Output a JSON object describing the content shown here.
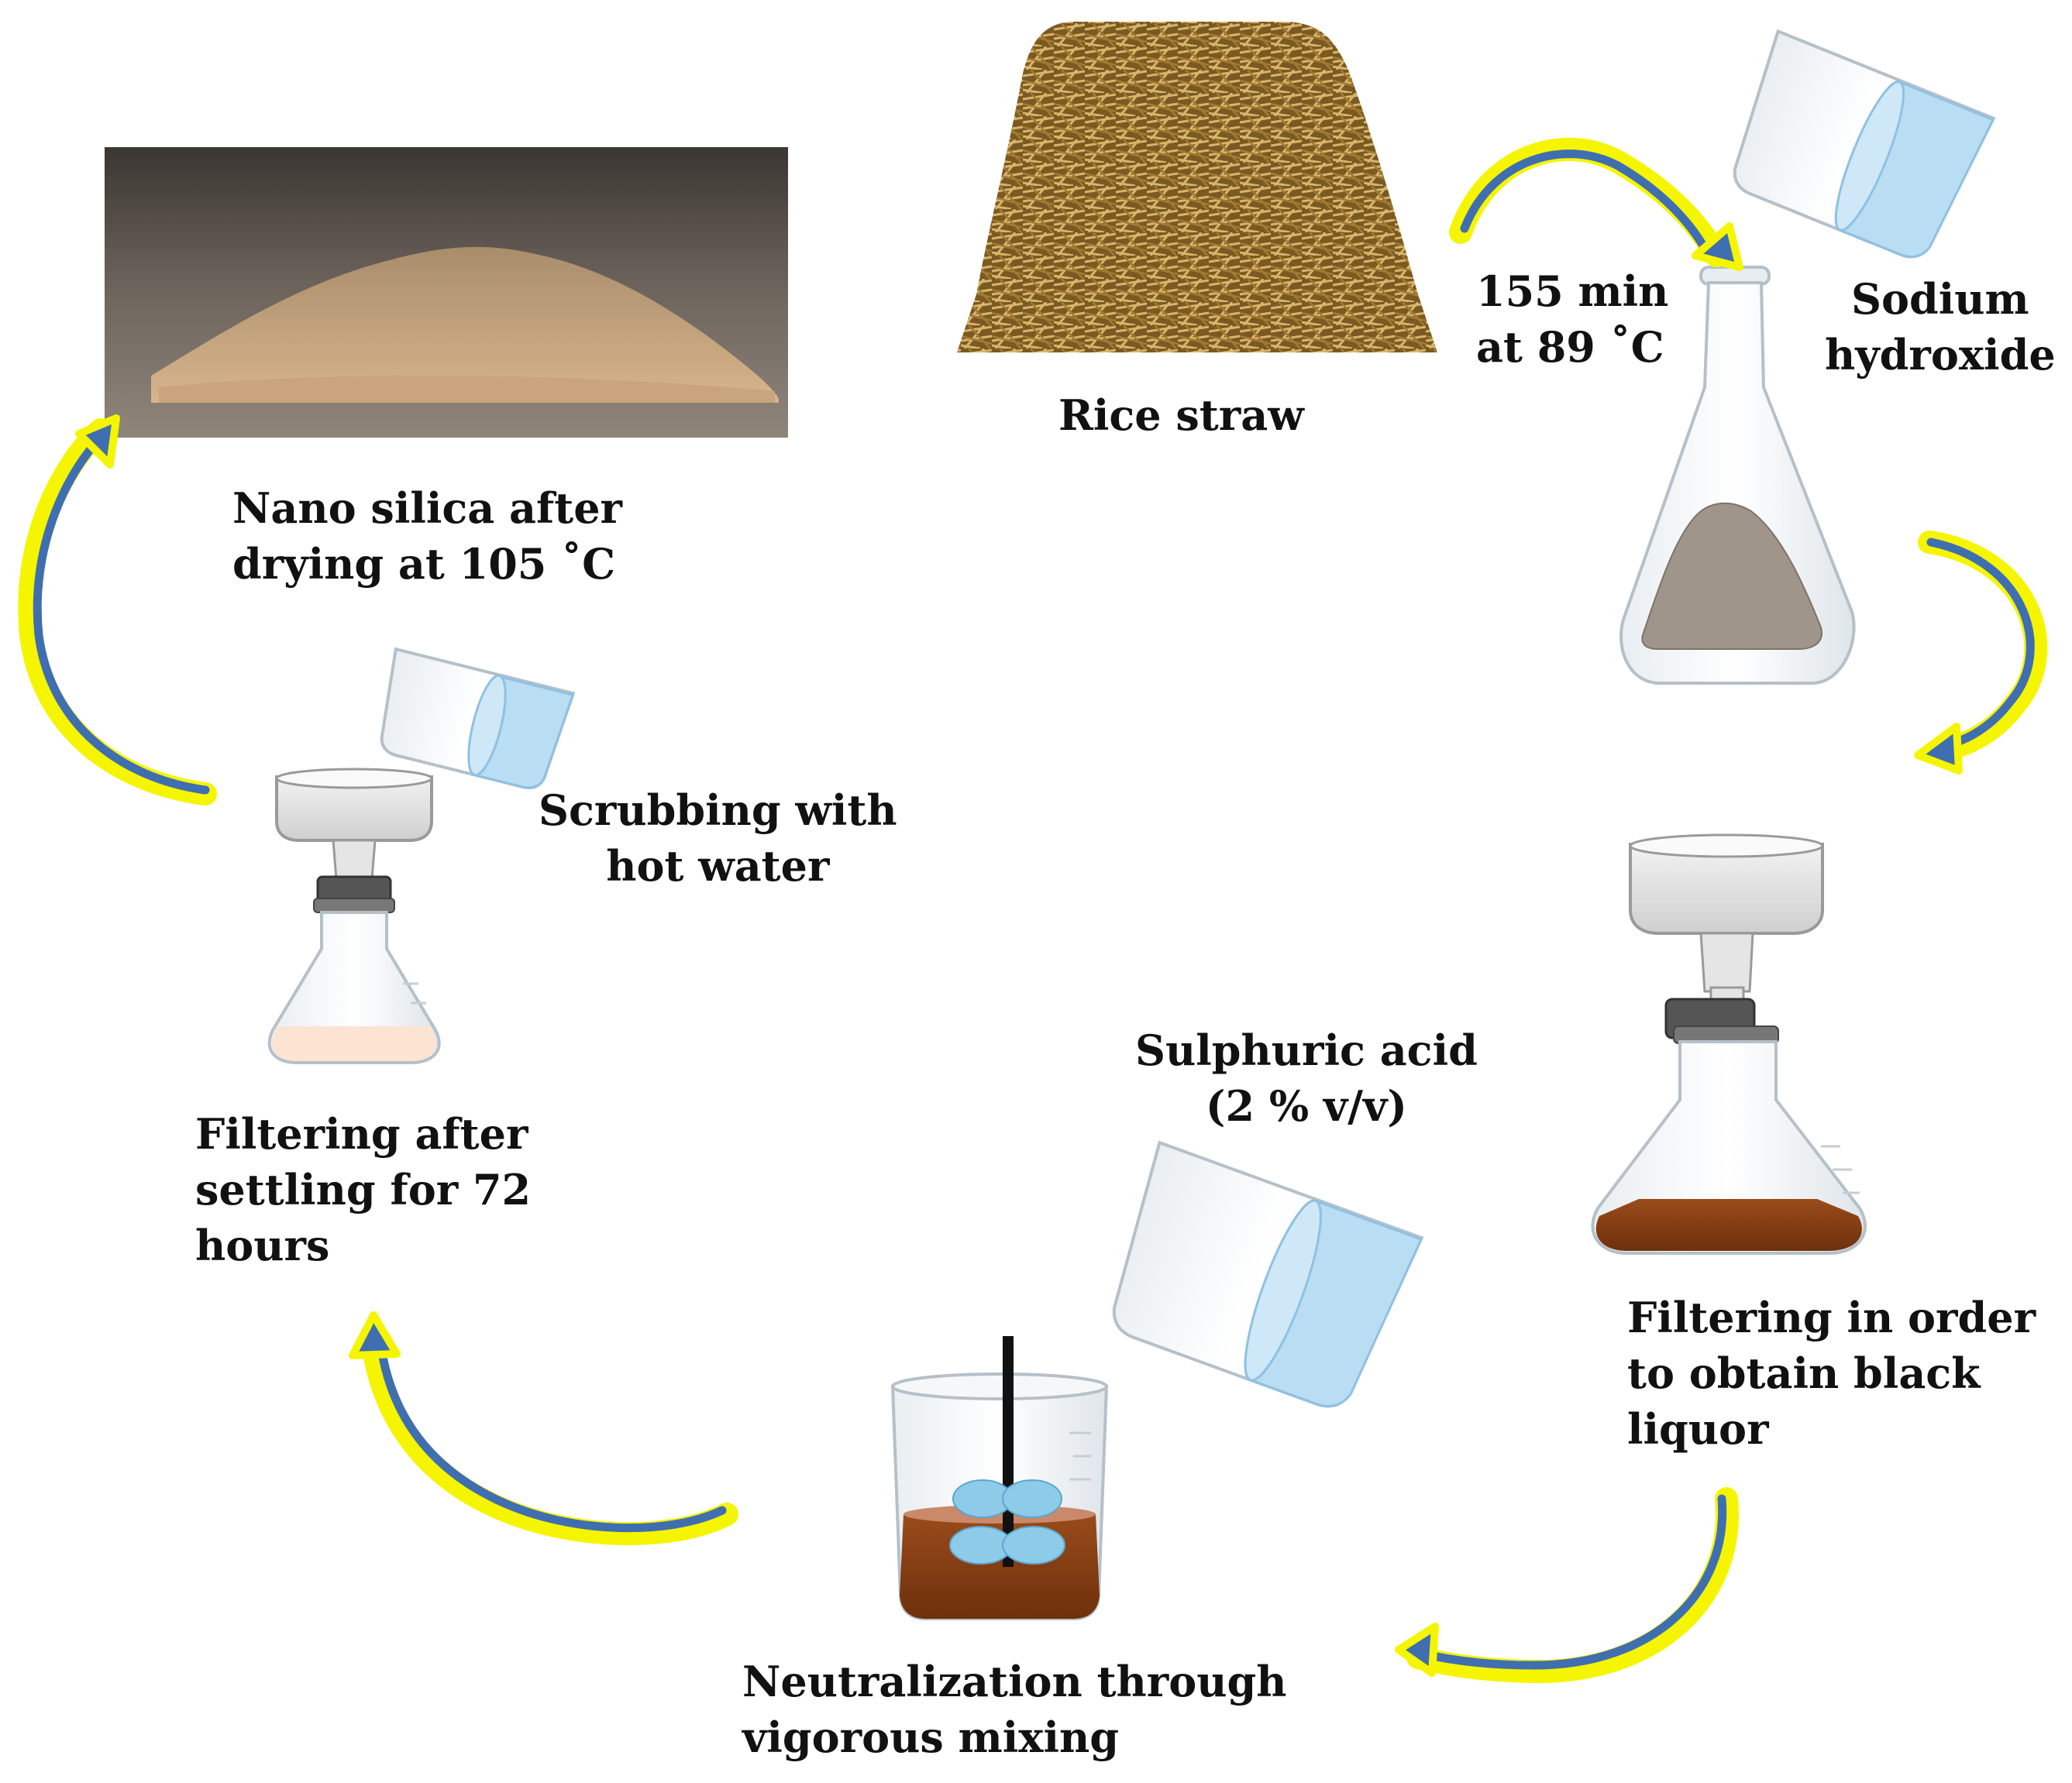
{
  "diagram": {
    "colors": {
      "arrow_outer": "#f5f500",
      "arrow_inner": "#3f6fb0",
      "black_liquor": "#8a3f12",
      "water": "#b9ddf2",
      "straw": "#b88a3a",
      "silica": "#c4a07a"
    },
    "steps": {
      "rice_straw": {
        "label": "Rice straw"
      },
      "condition": {
        "line1": "155 min",
        "line2": "at 89 ˚C"
      },
      "naoh": {
        "line1": "Sodium",
        "line2": "hydroxide"
      },
      "filter_black": {
        "line1": "Filtering in order",
        "line2": "to obtain black",
        "line3": "liquor"
      },
      "acid": {
        "line1": "Sulphuric acid",
        "line2": "(2 % v/v)"
      },
      "neutralize": {
        "line1": "Neutralization through",
        "line2": "vigorous mixing"
      },
      "settle_filter": {
        "line1": "Filtering after",
        "line2": "settling for 72",
        "line3": "hours"
      },
      "scrub": {
        "line1": "Scrubbing with",
        "line2": "hot water"
      },
      "nano": {
        "line1": "Nano silica after",
        "line2": "drying at 105 ˚C"
      }
    },
    "icons": [
      "rice-straw-image",
      "nano-silica-image",
      "beaker-icon",
      "erlenmeyer-flask-icon",
      "buchner-funnel-icon",
      "stirred-beaker-icon",
      "cycle-arrow-icon"
    ]
  }
}
